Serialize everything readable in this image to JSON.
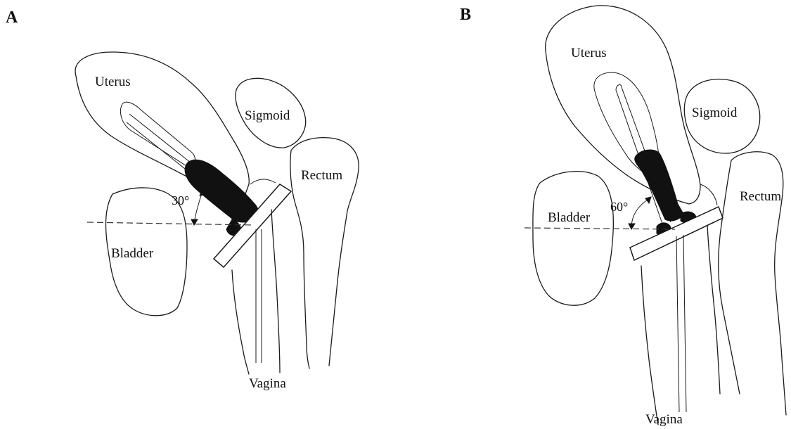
{
  "panels": [
    {
      "letter": "A",
      "labels": {
        "uterus": "Uterus",
        "sigmoid": "Sigmoid",
        "rectum": "Rectum",
        "bladder": "Bladder",
        "vagina": "Vagina"
      },
      "angle": "30°"
    },
    {
      "letter": "B",
      "labels": {
        "uterus": "Uterus",
        "sigmoid": "Sigmoid",
        "rectum": "Rectum",
        "bladder": "Bladder",
        "vagina": "Vagina"
      },
      "angle": "60°"
    }
  ]
}
